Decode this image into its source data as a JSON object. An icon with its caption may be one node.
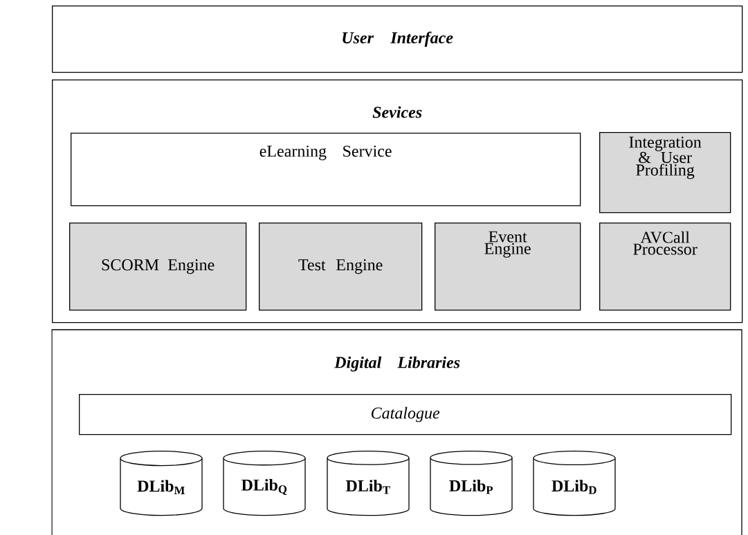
{
  "diagram": {
    "nodes": [
      {
        "text": [
          "User Interface"
        ]
      },
      {
        "text": [
          "Sevices"
        ]
      },
      {
        "text": [
          "eLearning Service"
        ],
        "in": 1
      },
      {
        "text": [
          "Integration & User Profiling"
        ],
        "in": 1
      },
      {
        "text": [
          "SCORM Engine"
        ],
        "in": 1
      },
      {
        "text": [
          "Test Engine"
        ],
        "in": 1
      },
      {
        "text": [
          "Event Engine"
        ],
        "in": 1
      },
      {
        "text": [
          "AVCall Processor"
        ],
        "in": 1
      },
      {
        "text": [
          "Digital Libraries"
        ]
      },
      {
        "text": [
          "Catalogue"
        ],
        "in": 8
      },
      {
        "text": [
          "DLib$_{M}$"
        ],
        "in": 8
      },
      {
        "text": [
          "DLib$_{Q}$"
        ],
        "in": 8
      },
      {
        "text": [
          "DLib$_{T}$"
        ],
        "in": 8
      },
      {
        "text": [
          "DLib$_{P}$"
        ],
        "in": 8
      },
      {
        "text": [
          "DLib$_{D}$"
        ],
        "in": 8
      }
    ]
  }
}
